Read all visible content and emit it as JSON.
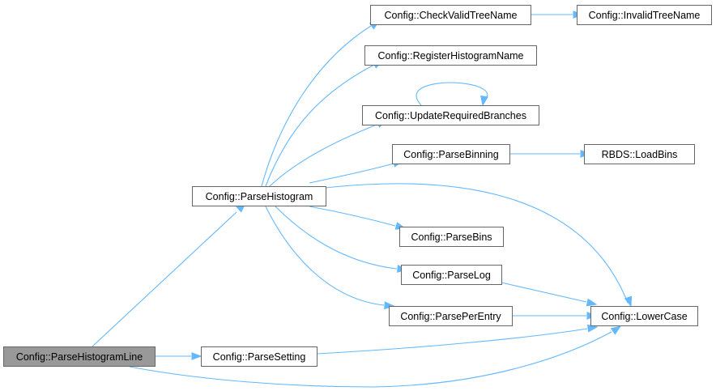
{
  "graph": {
    "root": "parse_histogram_line",
    "nodes": [
      {
        "id": "parse_histogram_line",
        "label": "Config::ParseHistogramLine"
      },
      {
        "id": "parse_histogram",
        "label": "Config::ParseHistogram"
      },
      {
        "id": "parse_setting",
        "label": "Config::ParseSetting"
      },
      {
        "id": "check_valid_tree_name",
        "label": "Config::CheckValidTreeName"
      },
      {
        "id": "invalid_tree_name",
        "label": "Config::InvalidTreeName"
      },
      {
        "id": "register_histogram_name",
        "label": "Config::RegisterHistogramName"
      },
      {
        "id": "update_required_branches",
        "label": "Config::UpdateRequiredBranches"
      },
      {
        "id": "parse_binning",
        "label": "Config::ParseBinning"
      },
      {
        "id": "rbds_load_bins",
        "label": "RBDS::LoadBins"
      },
      {
        "id": "parse_bins",
        "label": "Config::ParseBins"
      },
      {
        "id": "parse_log",
        "label": "Config::ParseLog"
      },
      {
        "id": "parse_per_entry",
        "label": "Config::ParsePerEntry"
      },
      {
        "id": "lower_case",
        "label": "Config::LowerCase"
      }
    ],
    "edges": [
      {
        "from": "parse_histogram_line",
        "to": "parse_histogram"
      },
      {
        "from": "parse_histogram_line",
        "to": "parse_setting"
      },
      {
        "from": "parse_histogram_line",
        "to": "lower_case"
      },
      {
        "from": "parse_histogram",
        "to": "check_valid_tree_name"
      },
      {
        "from": "parse_histogram",
        "to": "register_histogram_name"
      },
      {
        "from": "parse_histogram",
        "to": "update_required_branches"
      },
      {
        "from": "parse_histogram",
        "to": "parse_binning"
      },
      {
        "from": "parse_histogram",
        "to": "lower_case"
      },
      {
        "from": "parse_histogram",
        "to": "parse_bins"
      },
      {
        "from": "parse_histogram",
        "to": "parse_log"
      },
      {
        "from": "parse_histogram",
        "to": "parse_per_entry"
      },
      {
        "from": "check_valid_tree_name",
        "to": "invalid_tree_name"
      },
      {
        "from": "update_required_branches",
        "to": "update_required_branches"
      },
      {
        "from": "parse_binning",
        "to": "rbds_load_bins"
      },
      {
        "from": "parse_log",
        "to": "lower_case"
      },
      {
        "from": "parse_per_entry",
        "to": "lower_case"
      },
      {
        "from": "parse_setting",
        "to": "lower_case"
      }
    ],
    "colors": {
      "edge": "#63b8ff",
      "node_border": "#666666",
      "node_fill": "#ffffff",
      "root_fill": "#999999"
    }
  }
}
